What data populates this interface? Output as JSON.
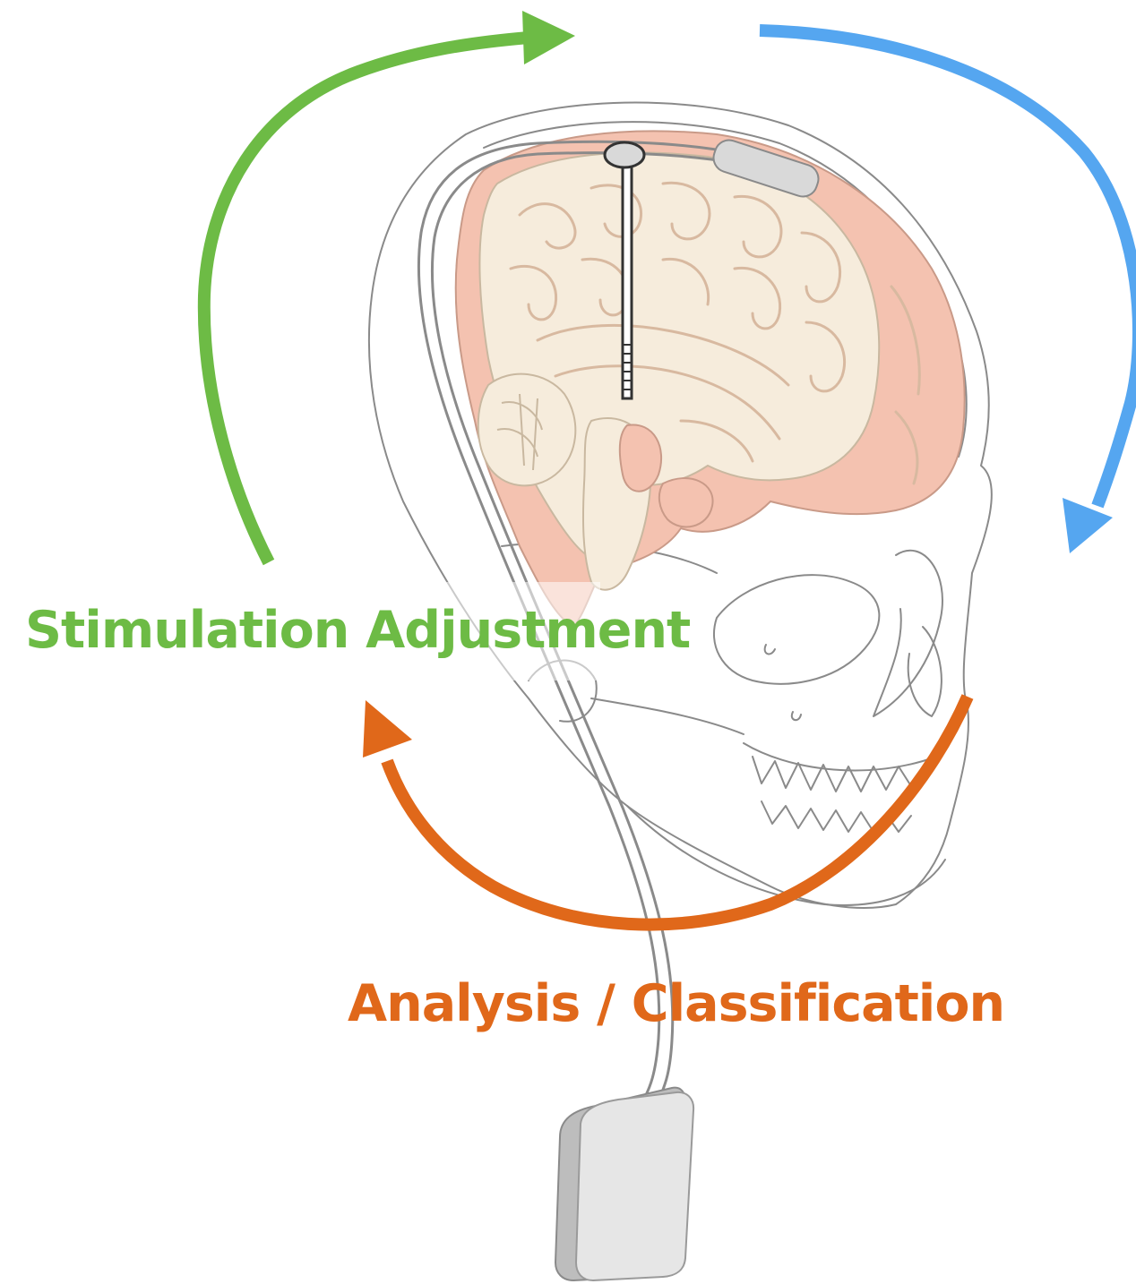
{
  "labels": {
    "stimulation": "Stimulation Adjustment",
    "analysis": "Analysis / Classification"
  },
  "colors": {
    "stimulation": "#6dbb45",
    "sensing": "#55a6f0",
    "analysis": "#e0681a",
    "cortex": "#f4c2b0",
    "brain_inner": "#f6ecdc",
    "outline": "#8a8a8a",
    "device": "#d9d9d9"
  },
  "icons": {
    "stimulation_arrow": "curved-arrow-right",
    "sensing_arrow": "curved-arrow-down",
    "analysis_arrow": "curved-arrow-up-left"
  }
}
